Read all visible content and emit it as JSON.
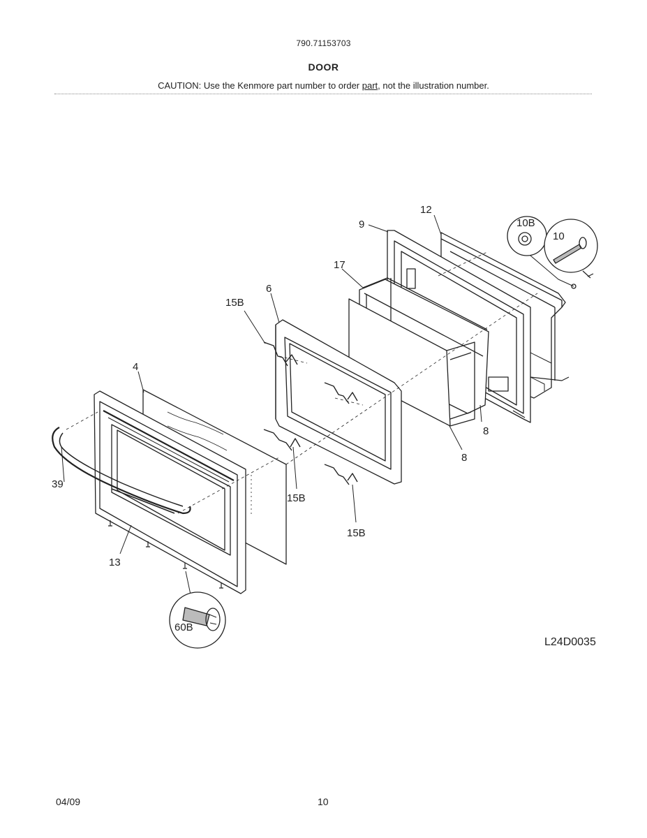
{
  "header": {
    "model_number": "790.71153703",
    "title": "DOOR",
    "caution_before": "CAUTION: Use the Kenmore part number to order ",
    "caution_link": "part",
    "caution_after": ", not the illustration number."
  },
  "diagram": {
    "code": "L24D0035",
    "callouts": {
      "c12": "12",
      "c9": "9",
      "c10B": "10B",
      "c10": "10",
      "c17": "17",
      "c6": "6",
      "c15B_a": "15B",
      "c4": "4",
      "c8_a": "8",
      "c8_b": "8",
      "c39": "39",
      "c15B_b": "15B",
      "c15B_c": "15B",
      "c13": "13",
      "c60B": "60B"
    }
  },
  "footer": {
    "date": "04/09",
    "page": "10"
  }
}
